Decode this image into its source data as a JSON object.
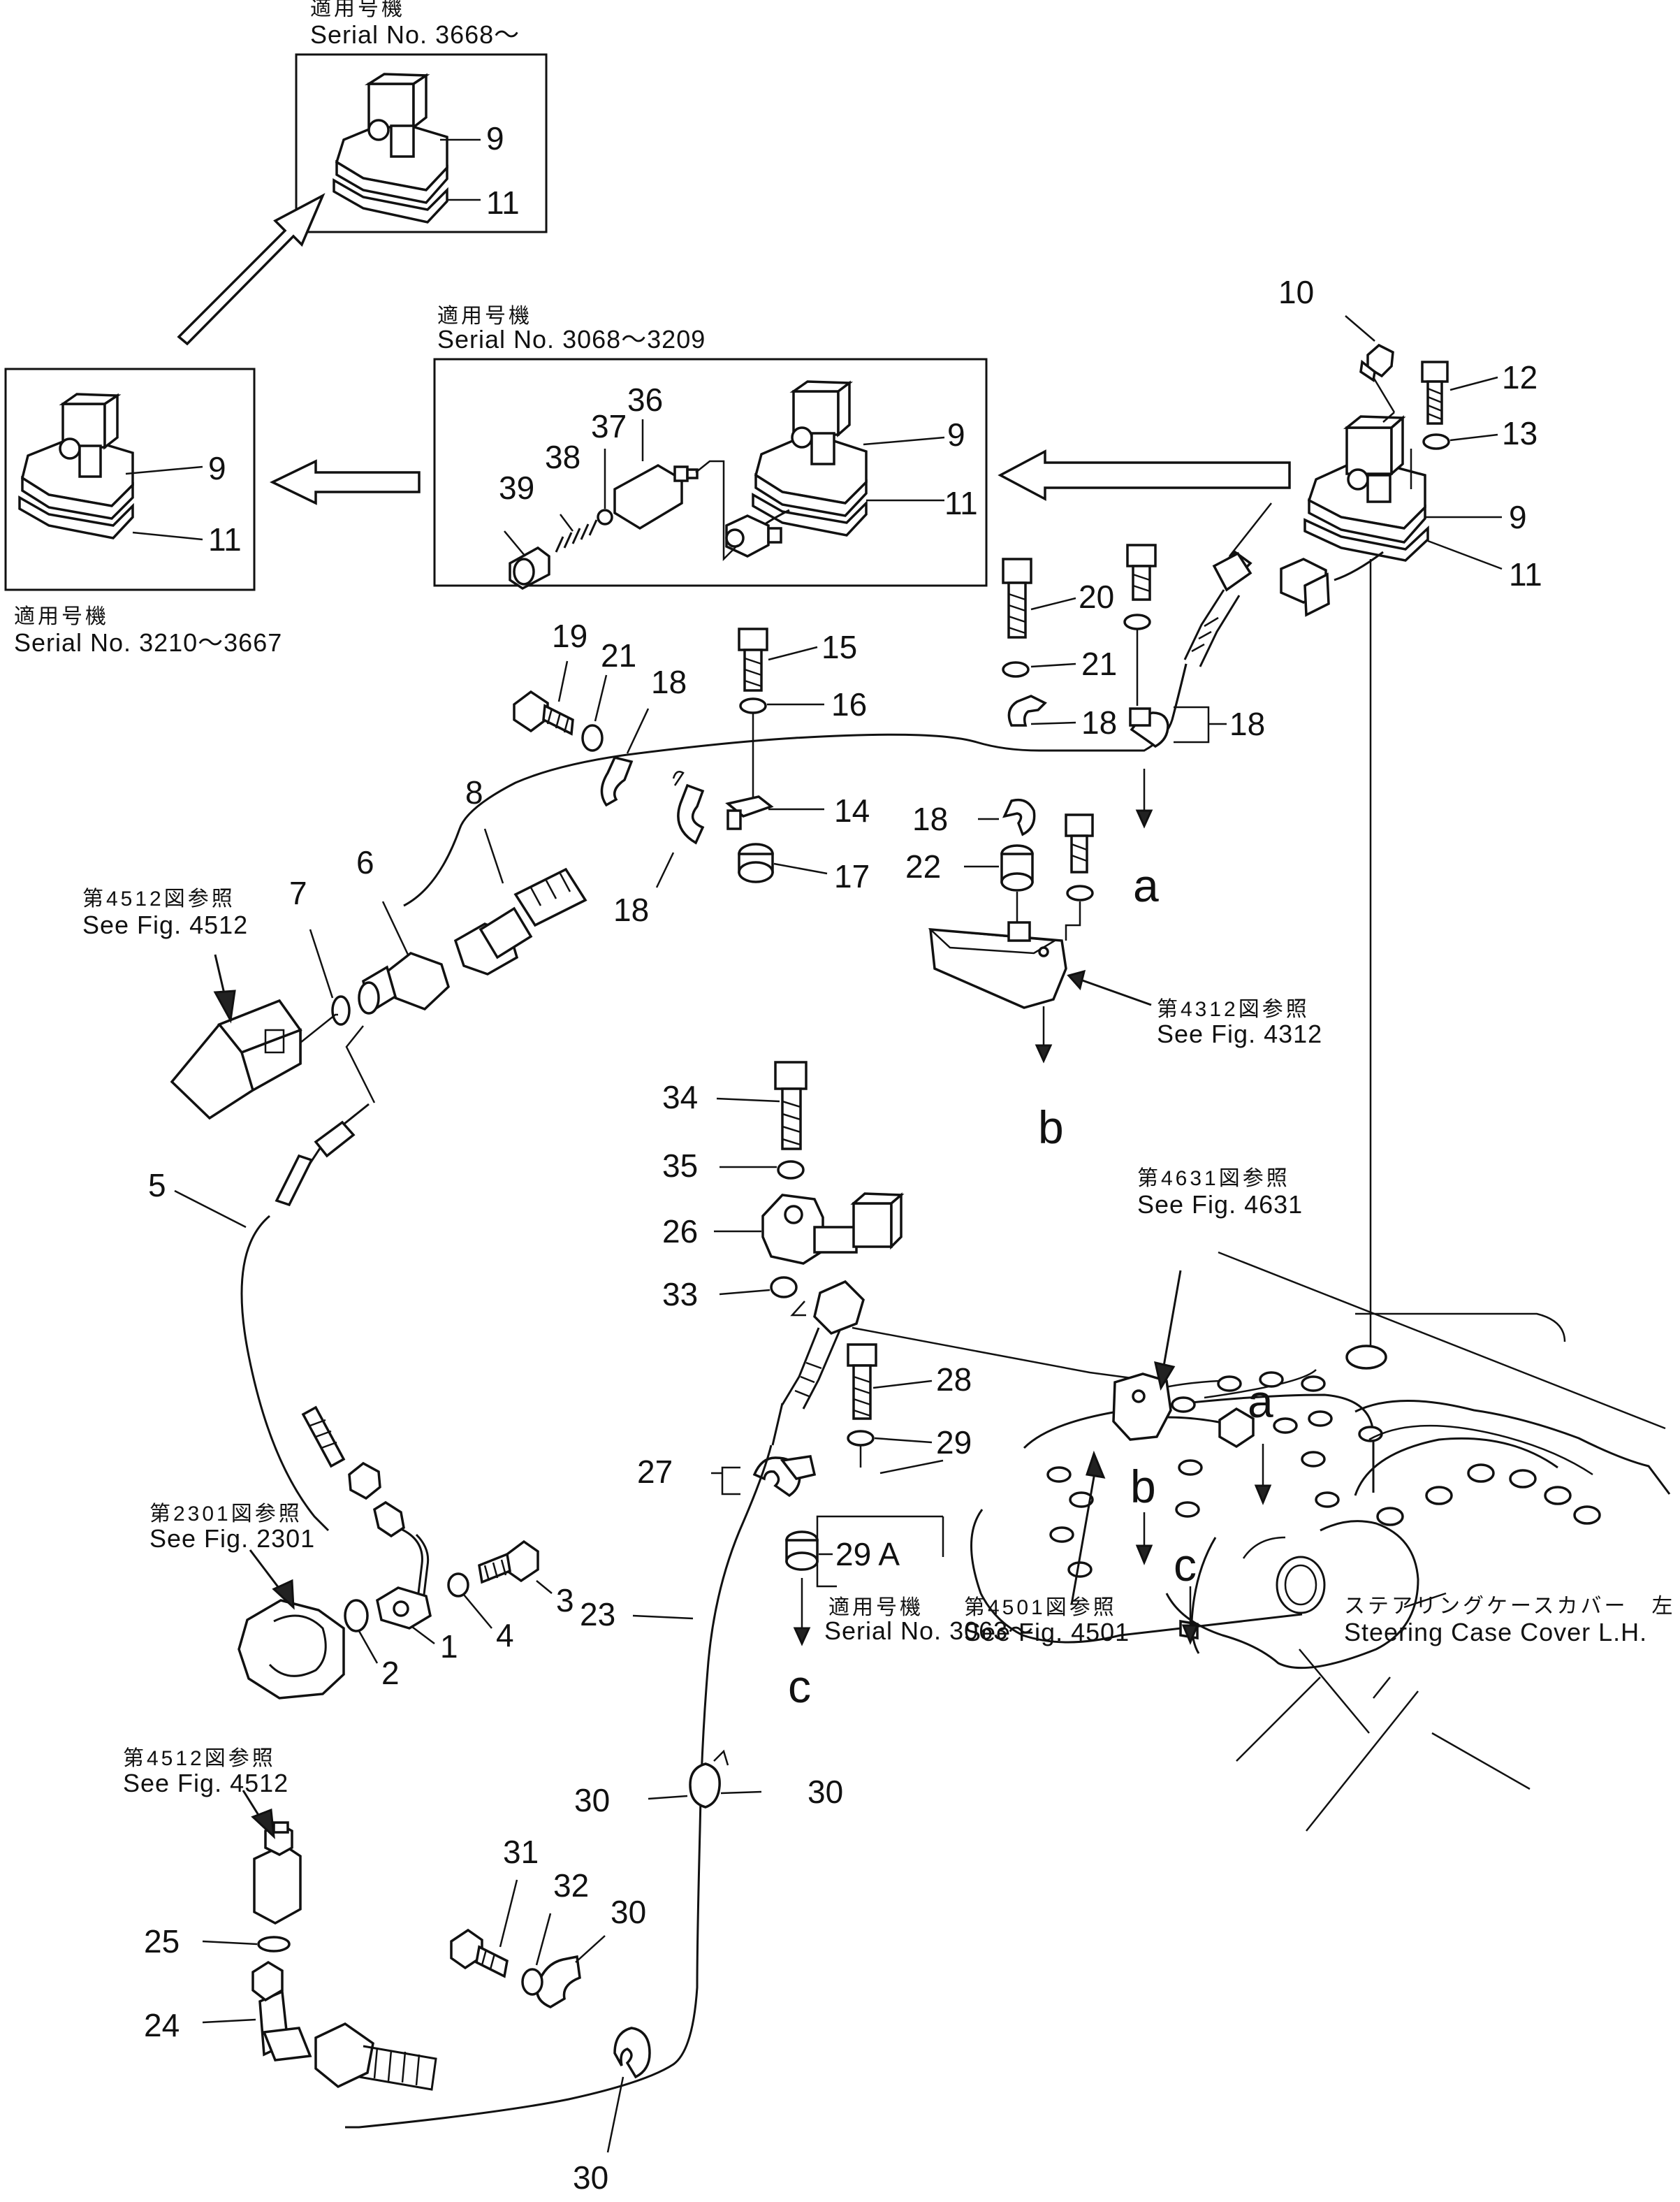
{
  "notes": {
    "serial_3668": {
      "jp": "適用号機",
      "en": "Serial No. 3668～"
    },
    "serial_3068_3209": {
      "jp": "適用号機",
      "en": "Serial No. 3068～3209"
    },
    "serial_3210_3667": {
      "jp": "適用号機",
      "en": "Serial No. 3210～3667"
    },
    "serial_3063": {
      "jp": "適用号機",
      "en": "Serial No. 3063～"
    },
    "fig_4512_top": {
      "jp": "第4512図参照",
      "en": "See Fig. 4512"
    },
    "fig_4312": {
      "jp": "第4312図参照",
      "en": "See Fig. 4312"
    },
    "fig_4631": {
      "jp": "第4631図参照",
      "en": "See Fig. 4631"
    },
    "fig_2301": {
      "jp": "第2301図参照",
      "en": "See Fig. 2301"
    },
    "fig_4501": {
      "jp": "第4501図参照",
      "en": "See Fig. 4501"
    },
    "fig_4512_bottom": {
      "jp": "第4512図参照",
      "en": "See Fig. 4512"
    },
    "steering_case": {
      "jp": "ステアリングケースカバー　左",
      "en": "Steering Case Cover L.H."
    }
  },
  "callouts": {
    "n1": "1",
    "n2": "2",
    "n3": "3",
    "n4": "4",
    "n5": "5",
    "n6": "6",
    "n7": "7",
    "n8": "8",
    "n9": "9",
    "n10": "10",
    "n11": "11",
    "n12": "12",
    "n13": "13",
    "n14": "14",
    "n15": "15",
    "n16": "16",
    "n17": "17",
    "n18": "18",
    "n19": "19",
    "n20": "20",
    "n21": "21",
    "n22": "22",
    "n23": "23",
    "n24": "24",
    "n25": "25",
    "n26": "26",
    "n27": "27",
    "n28": "28",
    "n29": "29",
    "n29a": "29 A",
    "n30": "30",
    "n31": "31",
    "n32": "32",
    "n33": "33",
    "n34": "34",
    "n35": "35",
    "n36": "36",
    "n37": "37",
    "n38": "38",
    "n39": "39"
  },
  "connectors": {
    "a": "a",
    "b": "b",
    "c": "c"
  }
}
